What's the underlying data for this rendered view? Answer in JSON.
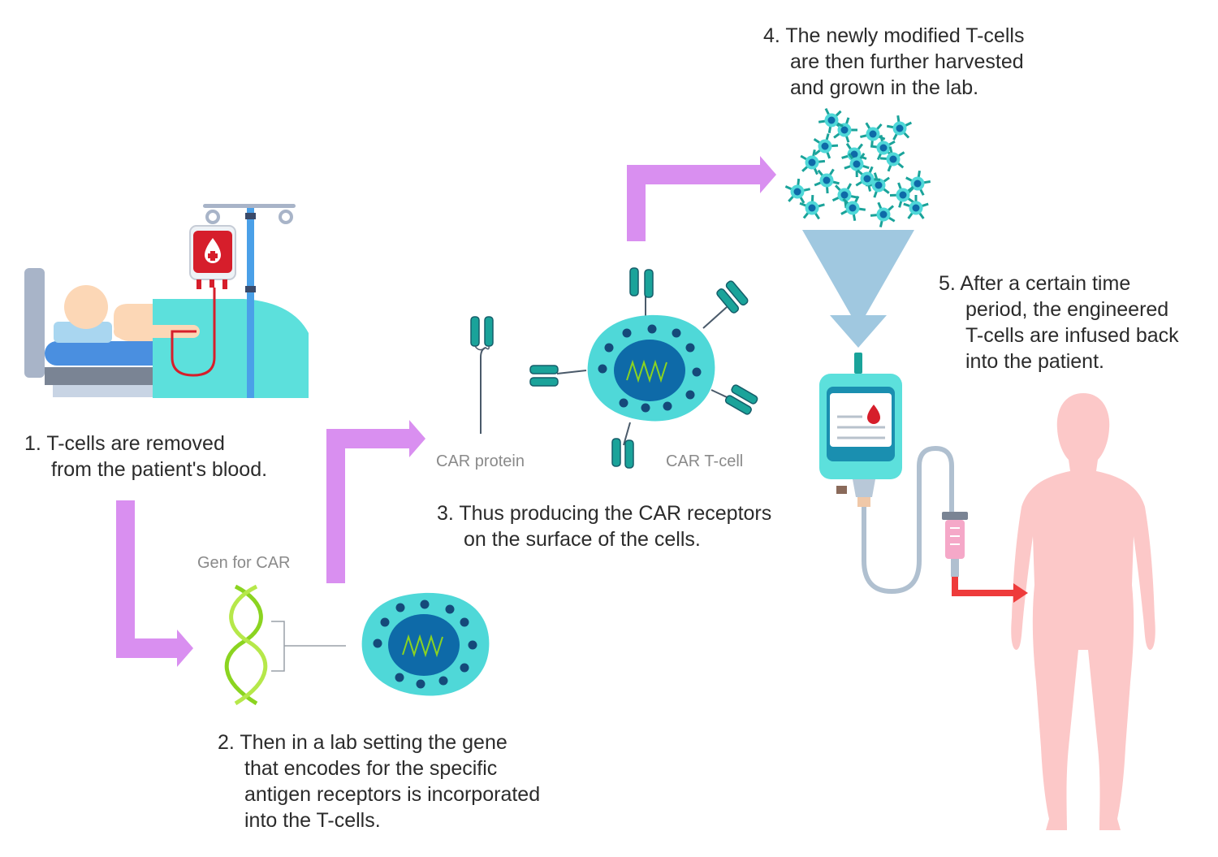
{
  "steps": [
    {
      "id": 1,
      "lines": [
        "1. T-cells are removed",
        "from the patient's blood."
      ]
    },
    {
      "id": 2,
      "lines": [
        "2. Then in a lab setting the gene",
        "that encodes for the specific",
        "antigen receptors is incorporated",
        "into the T-cells."
      ]
    },
    {
      "id": 3,
      "lines": [
        "3. Thus producing the CAR receptors",
        "on the surface of the cells."
      ]
    },
    {
      "id": 4,
      "lines": [
        "4. The newly modified T-cells",
        "are then further harvested",
        "and grown in the lab."
      ]
    },
    {
      "id": 5,
      "lines": [
        "5. After a certain time",
        "period, the engineered",
        "T-cells are infused back",
        "into the patient."
      ]
    }
  ],
  "labels": {
    "gene": "Gen for CAR",
    "car_protein": "CAR protein",
    "car_tcell": "CAR T-cell"
  },
  "colors": {
    "arrow_purple": "#d98ff0",
    "cell_outer": "#4fd8d8",
    "cell_nucleus": "#0e6aa8",
    "cell_dots": "#154a7a",
    "receptor": "#1aa39a",
    "dna": "#8bd420",
    "funnel": "#a0c8e0",
    "body": "#fcc8c8",
    "blood_red": "#d61e2b",
    "infusion_arrow": "#ee3b3b"
  }
}
